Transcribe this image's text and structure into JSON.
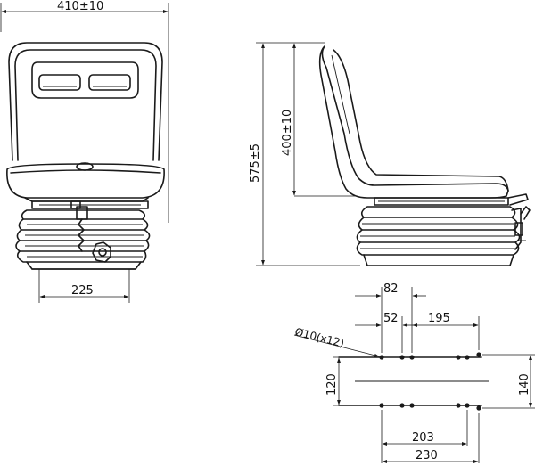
{
  "front_view": {
    "width_label": "410±10",
    "base_width_label": "225"
  },
  "side_view": {
    "total_height_label": "575±5",
    "backrest_height_label": "400±10"
  },
  "mounting_pattern": {
    "dim_82": "82",
    "dim_52": "52",
    "dim_195": "195",
    "hole_label": "Ø10(x12)",
    "dim_120": "120",
    "dim_140": "140",
    "dim_203": "203",
    "dim_230": "230"
  }
}
